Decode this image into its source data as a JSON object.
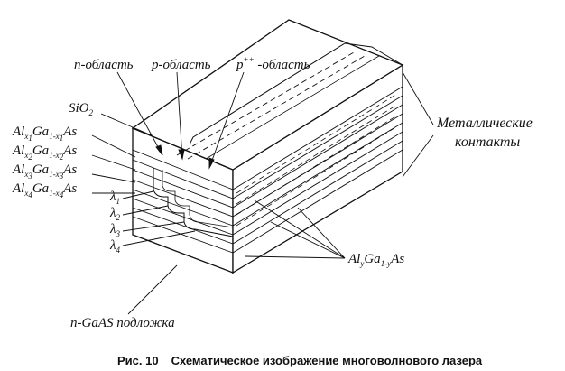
{
  "labels": {
    "n_region": "n-область",
    "p_region": "р-область",
    "p_plus_region": "p",
    "p_plus_sup": "++",
    "p_plus_suffix": " -область",
    "sio2_base": "SiO",
    "sio2_sub": "2",
    "algaas_layers": [
      {
        "al": "Al",
        "x_sub": "x",
        "x_idx": "1",
        "ga": "Ga",
        "ga_sub": "1-x",
        "ga_idx": "1",
        "as": "As"
      },
      {
        "al": "Al",
        "x_sub": "x",
        "x_idx": "2",
        "ga": "Ga",
        "ga_sub": "1-x",
        "ga_idx": "2",
        "as": "As"
      },
      {
        "al": "Al",
        "x_sub": "x",
        "x_idx": "3",
        "ga": "Ga",
        "ga_sub": "1-x",
        "ga_idx": "3",
        "as": "As"
      },
      {
        "al": "Al",
        "x_sub": "x",
        "x_idx": "4",
        "ga": "Ga",
        "ga_sub": "1-x",
        "ga_idx": "4",
        "as": "As"
      }
    ],
    "wavelengths": [
      {
        "sym": "λ",
        "idx": "1"
      },
      {
        "sym": "λ",
        "idx": "2"
      },
      {
        "sym": "λ",
        "idx": "3"
      },
      {
        "sym": "λ",
        "idx": "4"
      }
    ],
    "metal_contacts_line1": "Металлические",
    "metal_contacts_line2": "контакты",
    "alygaas": {
      "al": "Al",
      "y": "y",
      "ga": "Ga",
      "ga_sub": "1-y",
      "as": "As"
    },
    "substrate": "n-GaAS  подложка"
  },
  "caption": {
    "figure": "Рис. 10",
    "text": "Схематическое изображение многоволнового лазера"
  }
}
